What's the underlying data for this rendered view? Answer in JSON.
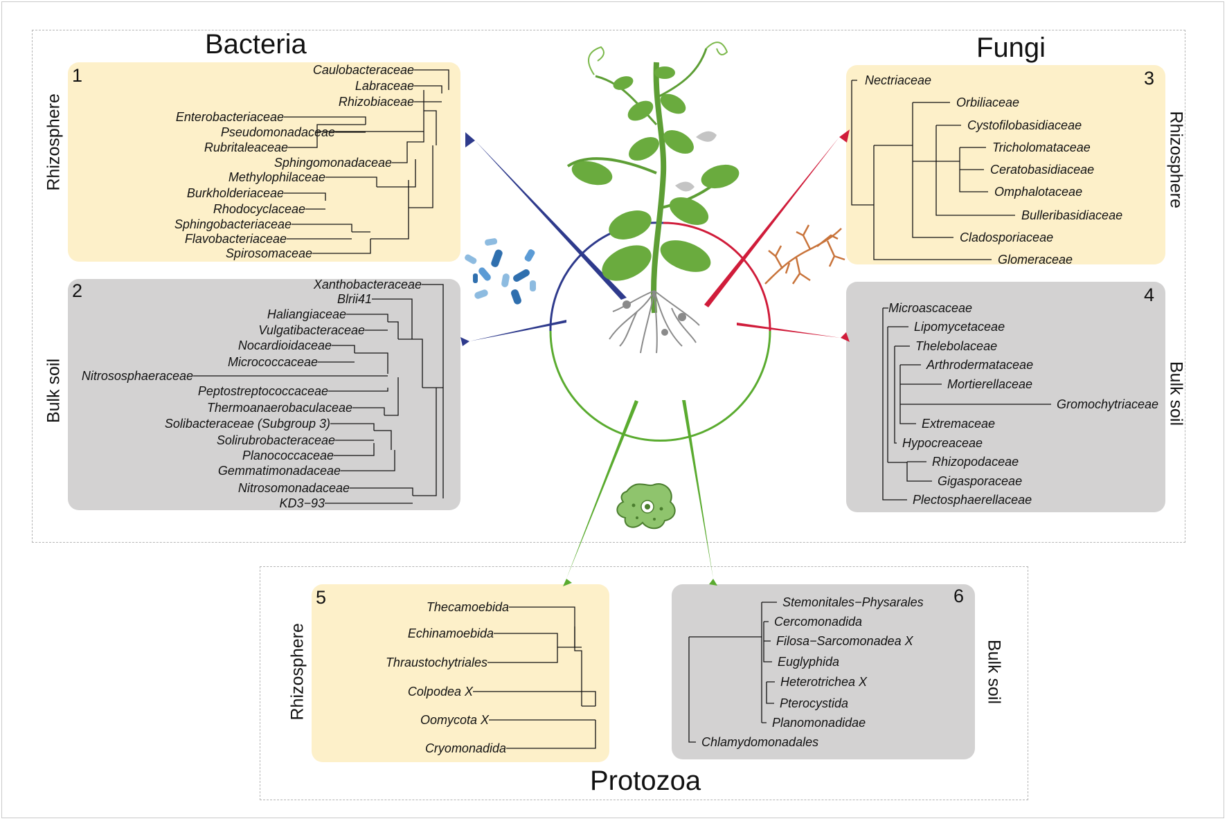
{
  "groups": {
    "bacteria": "Bacteria",
    "fungi": "Fungi",
    "protozoa": "Protozoa"
  },
  "labels": {
    "rhizosphere": "Rhizosphere",
    "bulk_soil": "Bulk soil"
  },
  "panel_numbers": [
    "1",
    "2",
    "3",
    "4",
    "5",
    "6"
  ],
  "panels": {
    "bacteria_rhizosphere": [
      "Caulobacteraceae",
      "Labraceae",
      "Rhizobiaceae",
      "Enterobacteriaceae",
      "Pseudomonadaceae",
      "Rubritaleaceae",
      "Sphingomonadaceae",
      "Methylophilaceae",
      "Burkholderiaceae",
      "Rhodocyclaceae",
      "Sphingobacteriaceae",
      "Flavobacteriaceae",
      "Spirosomaceae"
    ],
    "bacteria_bulk": [
      "Xanthobacteraceae",
      "Blrii41",
      "Haliangiaceae",
      "Vulgatibacteraceae",
      "Nocardioidaceae",
      "Micrococcaceae",
      "Nitrososphaeraceae",
      "Peptostreptococcaceae",
      "Thermoanaerobaculaceae",
      "Solibacteraceae (Subgroup 3)",
      "Solirubrobacteraceae",
      "Planococcaceae",
      "Gemmatimonadaceae",
      "Nitrosomonadaceae",
      "KD3−93"
    ],
    "fungi_rhizosphere": [
      "Nectriaceae",
      "Orbiliaceae",
      "Cystofilobasidiaceae",
      "Tricholomataceae",
      "Ceratobasidiaceae",
      "Omphalotaceae",
      "Bulleribasidiaceae",
      "Cladosporiaceae",
      "Glomeraceae"
    ],
    "fungi_bulk": [
      "Microascaceae",
      "Lipomycetaceae",
      "Thelebolaceae",
      "Arthrodermataceae",
      "Mortierellaceae",
      "Gromochytriaceae",
      "Extremaceae",
      "Hypocreaceae",
      "Rhizopodaceae",
      "Gigasporaceae",
      "Plectosphaerellaceae"
    ],
    "protozoa_rhizosphere": [
      "Thecamoebida",
      "Echinamoebida",
      "Thraustochytriales",
      "Colpodea X",
      "Oomycota X",
      "Cryomonadida"
    ],
    "protozoa_bulk": [
      "Stemonitales−Physarales",
      "Cercomonadida",
      "Filosa−Sarcomonadea X",
      "Euglyphida",
      "Heterotrichea X",
      "Pterocystida",
      "Planomonadidae",
      "Chlamydomonadales"
    ]
  },
  "colors": {
    "rhizosphere_panel": "#fdf0c9",
    "bulk_panel": "#d3d2d2",
    "bacteria_arrow": "#2e3a8c",
    "fungi_arrow": "#d01c3a",
    "protozoa_arrow": "#5aab2f",
    "plant": "#6aab3e"
  },
  "icons": [
    "plant-icon",
    "bacteria-icon",
    "fungi-hyphae-icon",
    "amoeba-icon"
  ]
}
